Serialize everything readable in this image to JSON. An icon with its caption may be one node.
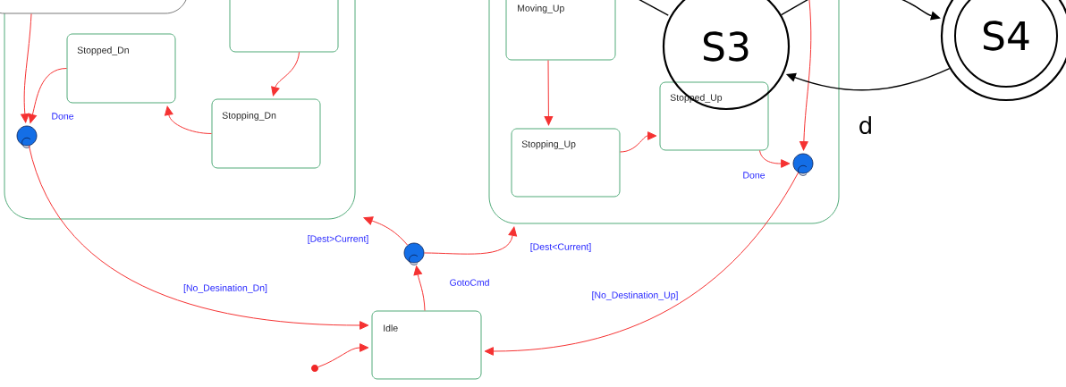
{
  "diagram": {
    "nodes": [
      {
        "text": [],
        "shape": "box"
      },
      {
        "text": [],
        "shape": "box"
      },
      {
        "text": [],
        "shape": "box",
        "in": 0
      },
      {
        "text": [
          "Stopped_Dn"
        ],
        "in": 0
      },
      {
        "text": [
          "Stopping_Dn"
        ],
        "in": 0
      },
      {
        "text": [],
        "shape": "circle",
        "in": 0
      },
      {
        "text": [],
        "shape": "box"
      },
      {
        "text": [
          "Moving_Up"
        ],
        "in": 6
      },
      {
        "text": [
          "Stopping_Up"
        ],
        "in": 6
      },
      {
        "text": [
          "Stopped_Up"
        ],
        "in": 6
      },
      {
        "text": [],
        "shape": "circle",
        "in": 6
      },
      {
        "text": [
          "S3"
        ],
        "in": 6
      },
      {
        "text": [
          "S4"
        ]
      },
      {
        "text": [],
        "shape": "circle"
      },
      {
        "text": [
          "Idle"
        ]
      },
      {
        "text": [],
        "shape": "circle"
      }
    ],
    "edges": [
      {
        "from": 1,
        "to": 5,
        "arrow": "to"
      },
      {
        "from": 3,
        "to": 5,
        "arrow": "to",
        "label": "Done"
      },
      {
        "from": 2,
        "to": 4,
        "arrow": "to"
      },
      {
        "from": 4,
        "to": 3,
        "arrow": "to"
      },
      {
        "from": 5,
        "to": 14,
        "arrow": "to",
        "label": "[No_Desination_Dn]"
      },
      {
        "from": 15,
        "to": 14,
        "arrow": "to"
      },
      {
        "from": 14,
        "to": 13,
        "arrow": "to",
        "label": "GotoCmd"
      },
      {
        "from": 13,
        "to": 0,
        "arrow": "to",
        "label": "[Dest>Current]"
      },
      {
        "from": 13,
        "to": 6,
        "arrow": "to",
        "label": "[Dest<Current]"
      },
      {
        "from": 10,
        "to": 14,
        "arrow": "to",
        "label": "[No_Destination_Up]"
      },
      {
        "from": 7,
        "to": 8,
        "arrow": "to"
      },
      {
        "from": 8,
        "to": 9,
        "arrow": "to"
      },
      {
        "from": 9,
        "to": 10,
        "arrow": "to",
        "label": "Done"
      },
      {
        "from": null,
        "to": 10,
        "arrow": "to"
      },
      {
        "from": null,
        "to": 11,
        "arrow": "none",
        "color": "#000000"
      },
      {
        "from": 11,
        "to": null,
        "arrow": "none",
        "color": "#000000"
      },
      {
        "from": null,
        "to": 12,
        "arrow": "to",
        "color": "#000000"
      },
      {
        "from": 12,
        "to": 11,
        "arrow": "to",
        "label": "d",
        "color": "#000000"
      }
    ]
  }
}
